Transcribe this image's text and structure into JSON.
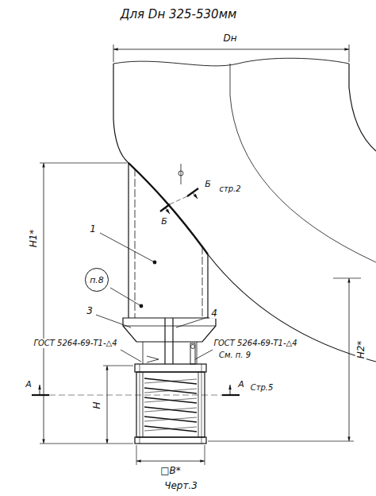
{
  "diagram": {
    "title": "Для Dн 325-530мм",
    "caption": "Черт.3",
    "nodes": [
      {
        "text": [
          "п.8"
        ]
      }
    ],
    "labels": [
      "Dн",
      "Б",
      "стр.2",
      "Б",
      "1",
      "3",
      "4",
      "ГОСТ 5264-69-Т1-△4",
      "ГОСТ 5264-69-Т1-△4",
      "См. п. 9",
      "А",
      "А",
      "Стр.5",
      "Н1*",
      "Н2*",
      "Н",
      "□В*"
    ]
  }
}
